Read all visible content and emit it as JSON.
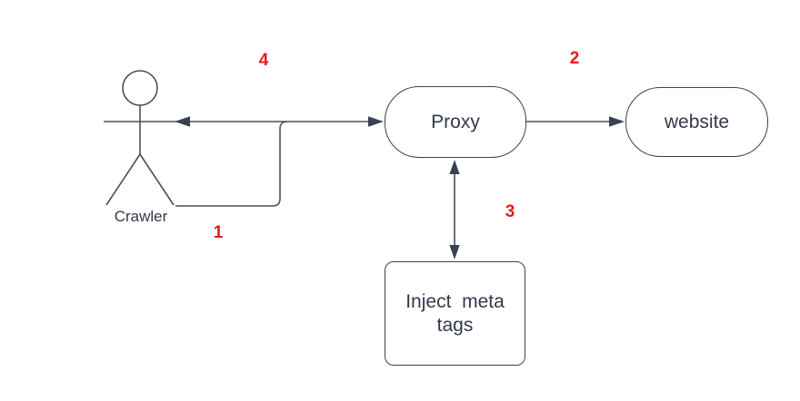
{
  "colors": {
    "background": "#ffffff",
    "shape_stroke": "#3a4151",
    "connector_line": "#4b515e",
    "arrowhead_fill": "#3a4151",
    "text": "#33394a",
    "step_label_red": "#e8191d"
  },
  "nodes": {
    "crawler": {
      "label": "Crawler",
      "shape": "actor-stick-figure"
    },
    "proxy": {
      "label": "Proxy",
      "shape": "rounded-rectangle"
    },
    "website": {
      "label": "website",
      "shape": "rounded-rectangle"
    },
    "inject_meta_tags": {
      "label": "Inject  meta\ntags",
      "shape": "rectangle"
    }
  },
  "steps": {
    "s1": "1",
    "s2": "2",
    "s3": "3",
    "s4": "4"
  },
  "edges": [
    {
      "step": "1",
      "from": "crawler",
      "to": "proxy",
      "arrow": "one-way"
    },
    {
      "step": "2",
      "from": "proxy",
      "to": "website",
      "arrow": "one-way"
    },
    {
      "step": "3",
      "from": "proxy",
      "to": "inject_meta_tags",
      "arrow": "two-way"
    },
    {
      "step": "4",
      "from": "proxy",
      "to": "crawler",
      "arrow": "one-way"
    }
  ]
}
